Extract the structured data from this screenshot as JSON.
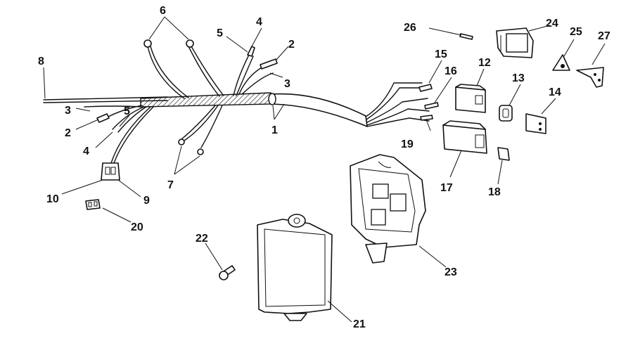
{
  "callouts": {
    "c1": "1",
    "c2a": "2",
    "c2b": "2",
    "c3a": "3",
    "c3b": "3",
    "c4a": "4",
    "c4b": "4",
    "c5a": "5",
    "c5b": "5",
    "c6": "6",
    "c7": "7",
    "c8": "8",
    "c9": "9",
    "c10": "10",
    "c12": "12",
    "c13": "13",
    "c14": "14",
    "c15": "15",
    "c16": "16",
    "c17": "17",
    "c18": "18",
    "c19": "19",
    "c20": "20",
    "c21": "21",
    "c22": "22",
    "c23": "23",
    "c24": "24",
    "c25": "25",
    "c26": "26",
    "c27": "27"
  }
}
